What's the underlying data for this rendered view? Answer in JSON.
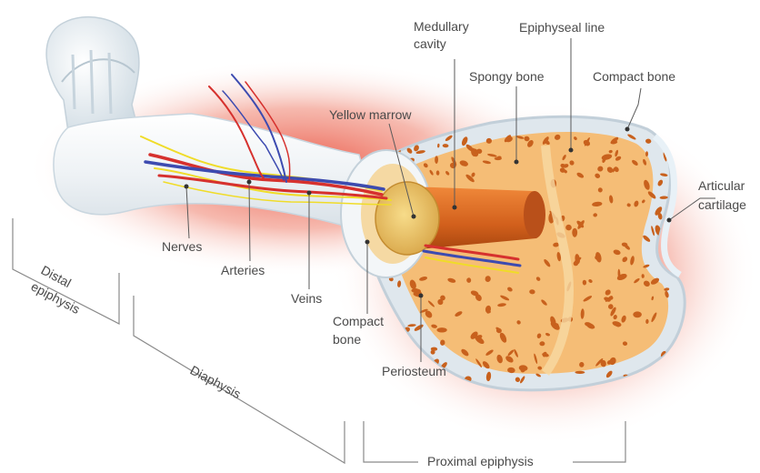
{
  "labels": {
    "medullary_cavity_1": "Medullary",
    "medullary_cavity_2": "cavity",
    "epiphyseal_line": "Epiphyseal line",
    "spongy_bone": "Spongy bone",
    "compact_bone_top": "Compact bone",
    "yellow_marrow": "Yellow marrow",
    "articular_cartilage_1": "Articular",
    "articular_cartilage_2": "cartilage",
    "nerves": "Nerves",
    "arteries": "Arteries",
    "veins": "Veins",
    "compact_bone_lower_1": "Compact",
    "compact_bone_lower_2": "bone",
    "periosteum": "Periosteum"
  },
  "regions": {
    "distal_epiphysis_1": "Distal",
    "distal_epiphysis_2": "epiphysis",
    "diaphysis": "Diaphysis",
    "proximal_epiphysis": "Proximal epiphysis"
  },
  "colors": {
    "bone": "#e9eef2",
    "bone_edge": "#c9d6df",
    "glow": "#ee6a5a",
    "spongy_fill": "#f6c07a",
    "spongy_holes": "#c8611d",
    "marrow_cavity": "#d9661f",
    "yellow_marrow": "#e8bd5c",
    "nerve": "#f0dc28",
    "artery": "#d6312e",
    "vein": "#3d4bb0"
  }
}
